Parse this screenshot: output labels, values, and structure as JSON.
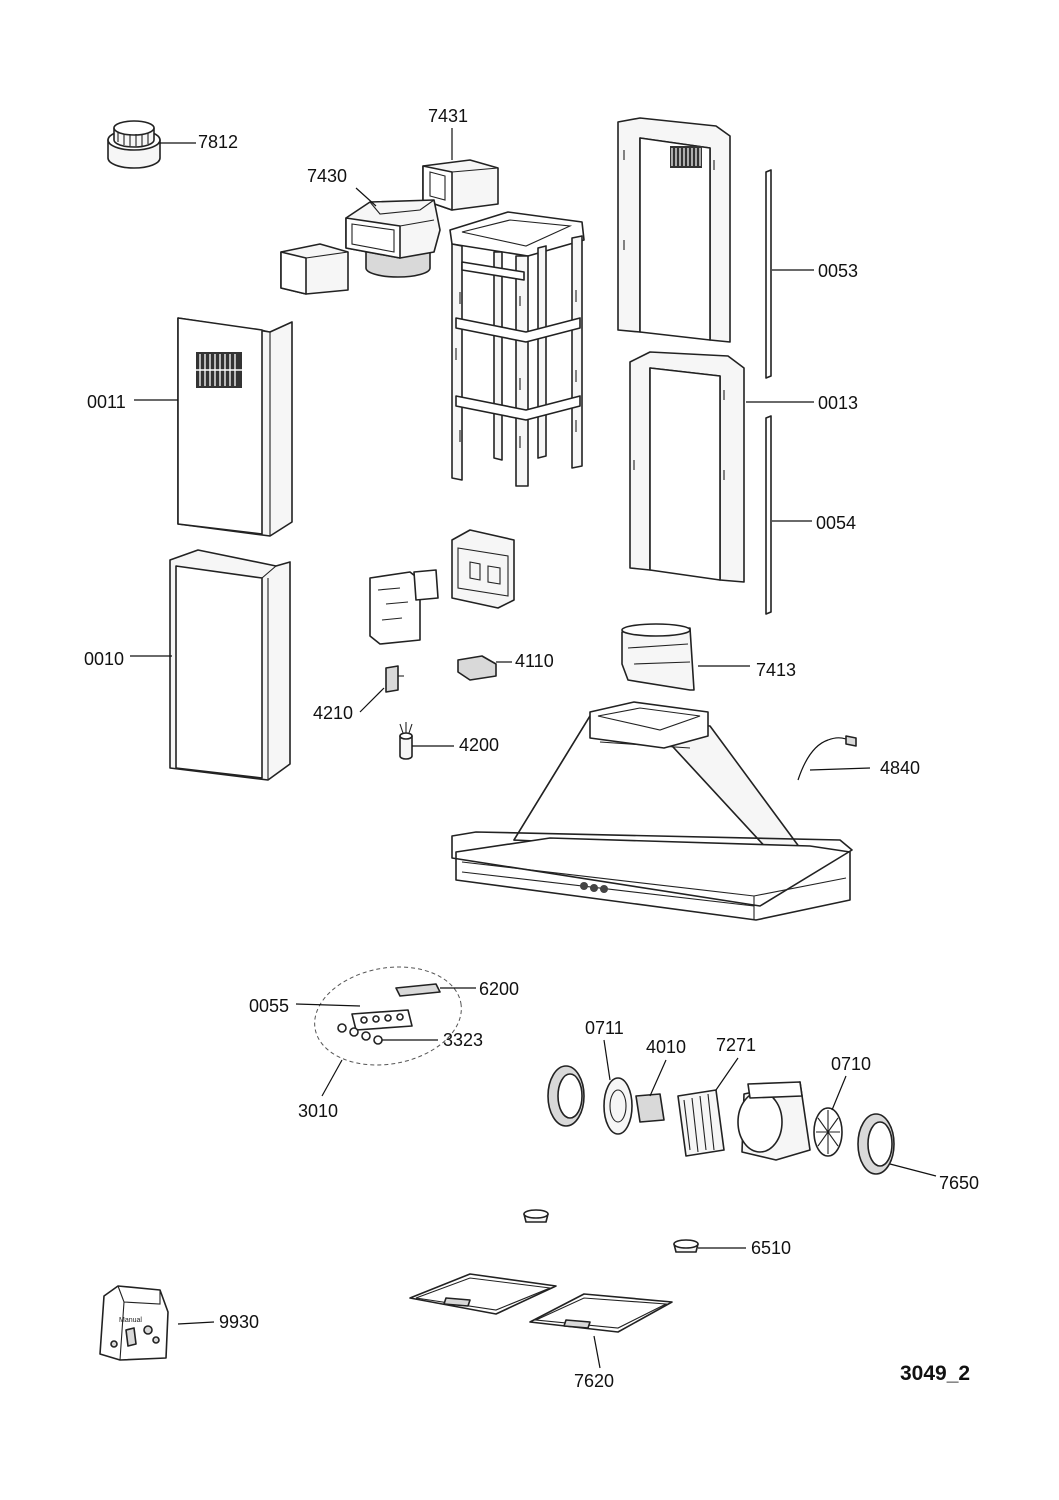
{
  "drawing_code": "3049_2",
  "parts": [
    {
      "id": "p7812",
      "label": "7812"
    },
    {
      "id": "p7431",
      "label": "7431"
    },
    {
      "id": "p7430",
      "label": "7430"
    },
    {
      "id": "p0053",
      "label": "0053"
    },
    {
      "id": "p0011",
      "label": "0011"
    },
    {
      "id": "p0013",
      "label": "0013"
    },
    {
      "id": "p0054",
      "label": "0054"
    },
    {
      "id": "p0010",
      "label": "0010"
    },
    {
      "id": "p4110",
      "label": "4110"
    },
    {
      "id": "p7413",
      "label": "7413"
    },
    {
      "id": "p4210",
      "label": "4210"
    },
    {
      "id": "p4200",
      "label": "4200"
    },
    {
      "id": "p4840",
      "label": "4840"
    },
    {
      "id": "p6200",
      "label": "6200"
    },
    {
      "id": "p0055",
      "label": "0055"
    },
    {
      "id": "p3323",
      "label": "3323"
    },
    {
      "id": "p3010",
      "label": "3010"
    },
    {
      "id": "p0711",
      "label": "0711"
    },
    {
      "id": "p4010",
      "label": "4010"
    },
    {
      "id": "p7271",
      "label": "7271"
    },
    {
      "id": "p0710",
      "label": "0710"
    },
    {
      "id": "p7650",
      "label": "7650"
    },
    {
      "id": "p6510",
      "label": "6510"
    },
    {
      "id": "p9930",
      "label": "9930"
    },
    {
      "id": "p7620",
      "label": "7620"
    }
  ],
  "bag_text": "Manual"
}
